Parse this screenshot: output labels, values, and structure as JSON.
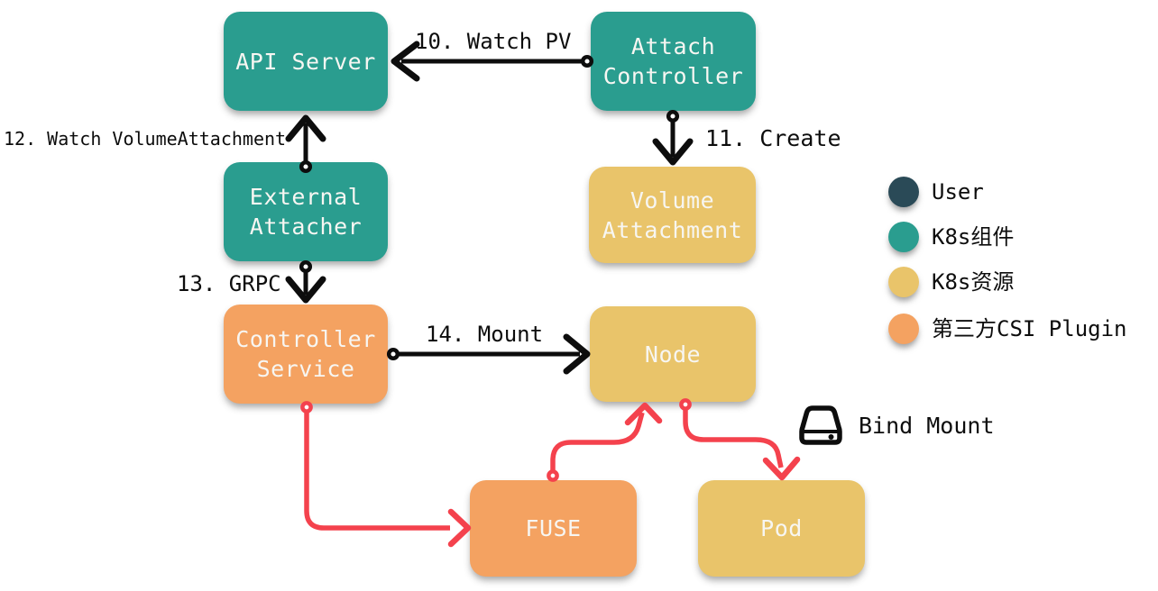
{
  "nodes": {
    "api_server": {
      "label": "API Server",
      "color": "#2a9d8f"
    },
    "attach_controller": {
      "label": "Attach\nController",
      "color": "#2a9d8f"
    },
    "external_attacher": {
      "label": "External\nAttacher",
      "color": "#2a9d8f"
    },
    "volume_attachment": {
      "label": "Volume\nAttachment",
      "color": "#e9c46a"
    },
    "controller_service": {
      "label": "Controller\nService",
      "color": "#f4a261"
    },
    "node": {
      "label": "Node",
      "color": "#e9c46a"
    },
    "fuse": {
      "label": "FUSE",
      "color": "#f4a261"
    },
    "pod": {
      "label": "Pod",
      "color": "#e9c46a"
    }
  },
  "edges": {
    "watch_pv": {
      "label": "10. Watch PV"
    },
    "create": {
      "label": "11. Create"
    },
    "watch_volumeattachment": {
      "label": "12. Watch VolumeAttachment"
    },
    "grpc": {
      "label": "13. GRPC"
    },
    "mount": {
      "label": "14. Mount"
    },
    "bind_mount": {
      "label": "Bind Mount"
    }
  },
  "legend": {
    "items": [
      {
        "label": "User",
        "color": "#2a4a57"
      },
      {
        "label": "K8s组件",
        "color": "#2a9d8f"
      },
      {
        "label": "K8s资源",
        "color": "#e9c46a"
      },
      {
        "label": "第三方CSI Plugin",
        "color": "#f4a261"
      }
    ]
  },
  "colors": {
    "arrow_black": "#0d0d0d",
    "flow_red": "#f4424d",
    "icon_black": "#0d0d0d"
  }
}
